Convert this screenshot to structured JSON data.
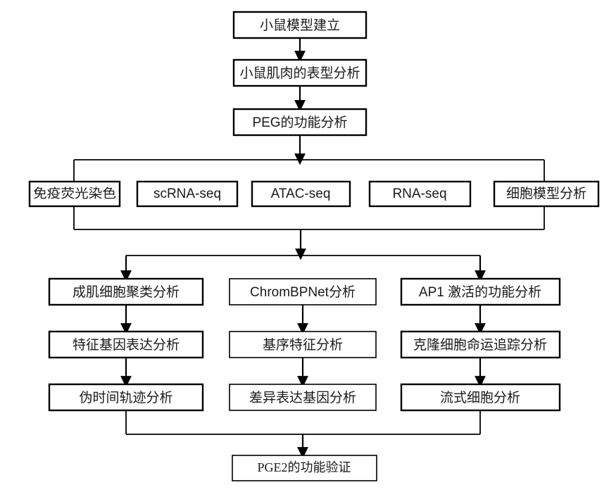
{
  "diagram": {
    "title_text": "",
    "colors": {
      "background": "#ffffff",
      "stroke": "#000000",
      "text": "#1a1a1a"
    },
    "stages": {
      "top_chain": [
        {
          "id": "n1",
          "label": "小鼠模型建立"
        },
        {
          "id": "n2",
          "label": "小鼠肌肉的表型分析"
        },
        {
          "id": "n3",
          "label": "PEG的功能分析"
        }
      ],
      "methods_row": [
        {
          "id": "m1",
          "label": "免疫荧光染色"
        },
        {
          "id": "m2",
          "label": "scRNA-seq"
        },
        {
          "id": "m3",
          "label": "ATAC-seq"
        },
        {
          "id": "m4",
          "label": "RNA-seq"
        },
        {
          "id": "m5",
          "label": "细胞模型分析"
        }
      ],
      "analysis_columns": [
        {
          "id": "col1",
          "steps": [
            {
              "id": "c1s1",
              "label": "成肌细胞聚类分析"
            },
            {
              "id": "c1s2",
              "label": "特征基因表达分析"
            },
            {
              "id": "c1s3",
              "label": "伪时间轨迹分析"
            }
          ]
        },
        {
          "id": "col2",
          "steps": [
            {
              "id": "c2s1",
              "label": "ChromBPNet分析"
            },
            {
              "id": "c2s2",
              "label": "基序特征分析"
            },
            {
              "id": "c2s3",
              "label": "差异表达基因分析"
            }
          ]
        },
        {
          "id": "col3",
          "steps": [
            {
              "id": "c3s1",
              "label": "AP1 激活的功能分析"
            },
            {
              "id": "c3s2",
              "label": "克隆细胞命运追踪分析"
            },
            {
              "id": "c3s3",
              "label": "流式细胞分析"
            }
          ]
        }
      ],
      "conclusion": {
        "id": "nf",
        "label": "PGE2的功能验证"
      }
    }
  }
}
